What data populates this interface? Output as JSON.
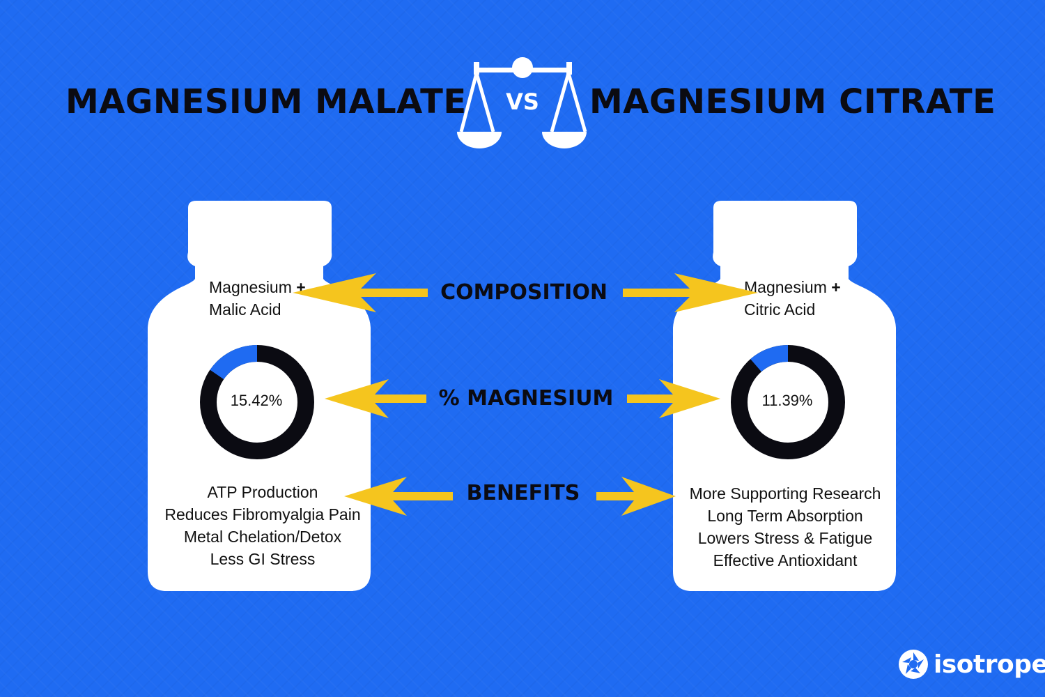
{
  "header": {
    "left_title": "MAGNESIUM MALATE",
    "vs_label": "VS",
    "right_title": "MAGNESIUM CITRATE"
  },
  "comparison_labels": {
    "composition": "COMPOSITION",
    "magnesium": "% MAGNESIUM",
    "benefits": "BENEFITS"
  },
  "left_bottle": {
    "composition_line1": "Magnesium",
    "composition_plus": "+",
    "composition_line2": "Malic Acid",
    "magnesium_percent_label": "15.42%",
    "magnesium_percent_value": 15.42,
    "benefits": [
      "ATP Production",
      "Reduces Fibromyalgia Pain",
      "Metal Chelation/Detox",
      "Less GI Stress"
    ]
  },
  "right_bottle": {
    "composition_line1": "Magnesium",
    "composition_plus": "+",
    "composition_line2": "Citric Acid",
    "magnesium_percent_label": "11.39%",
    "magnesium_percent_value": 11.39,
    "benefits": [
      "More Supporting Research",
      "Long Term Absorption",
      "Lowers Stress & Fatigue",
      "Effective Antioxidant"
    ]
  },
  "brand": {
    "logo_text": "isotrope",
    "logo_icon": "aperture-icon"
  },
  "colors": {
    "background": "#1F6BF2",
    "arrow": "#F5C51E",
    "donut_track": "#0b0b12",
    "donut_fill": "#1F6BF2",
    "bottle": "#ffffff"
  }
}
